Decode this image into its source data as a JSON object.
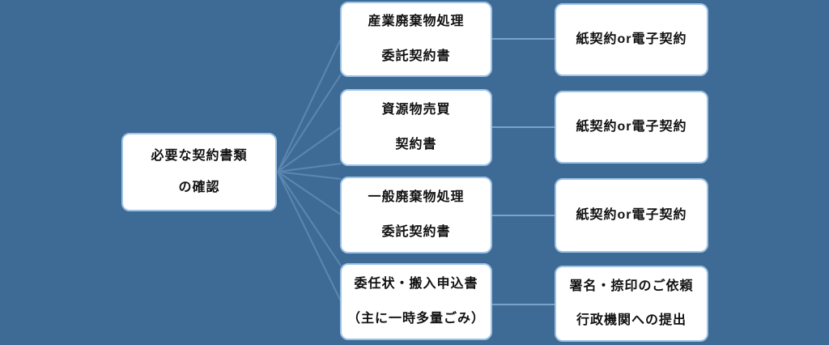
{
  "diagram": {
    "root": {
      "lines": [
        "必要な契約書類",
        "の確認"
      ]
    },
    "middle_nodes": [
      {
        "lines": [
          "産業廃棄物処理",
          "委託契約書"
        ]
      },
      {
        "lines": [
          "資源物売買",
          "契約書"
        ]
      },
      {
        "lines": [
          "一般廃棄物処理",
          "委託契約書"
        ]
      },
      {
        "lines": [
          "委任状・搬入申込書",
          "（主に一時多量ごみ）"
        ]
      }
    ],
    "right_nodes": [
      {
        "lines": [
          "紙契約or電子契約"
        ]
      },
      {
        "lines": [
          "紙契約or電子契約"
        ]
      },
      {
        "lines": [
          "紙契約or電子契約"
        ]
      },
      {
        "lines": [
          "署名・捺印のご依頼",
          "行政機関への提出"
        ]
      }
    ],
    "colors": {
      "background": "#3E6B96",
      "box_fill": "#FFFFFF",
      "box_border": "#9DC3E6",
      "fan_line": "#5D86AF",
      "connector_line": "#7BA2C8",
      "text": "#111111"
    }
  }
}
